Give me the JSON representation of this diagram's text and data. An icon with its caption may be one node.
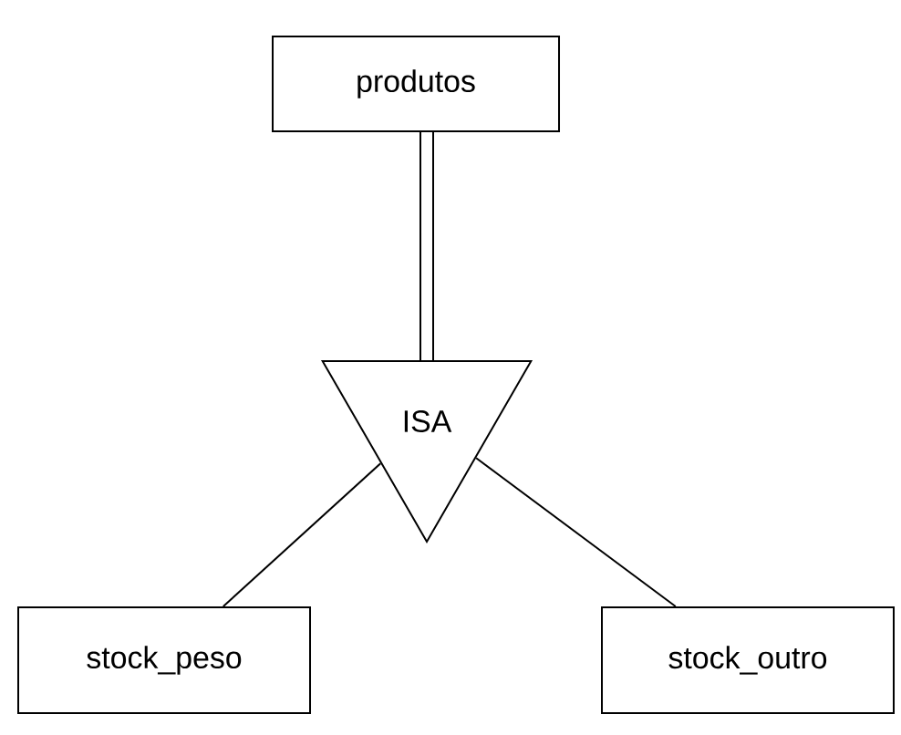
{
  "diagram": {
    "nodes": [
      {
        "text": [
          "produtos"
        ]
      },
      {
        "text": [
          "ISA"
        ]
      },
      {
        "text": [
          "stock_peso"
        ]
      },
      {
        "text": [
          "stock_outro"
        ]
      }
    ],
    "edges": [
      {
        "from": 0,
        "to": 1,
        "arrow": "none",
        "style": "thick"
      },
      {
        "from": 1,
        "to": 2,
        "arrow": "none"
      },
      {
        "from": 1,
        "to": 3,
        "arrow": "none"
      }
    ]
  }
}
